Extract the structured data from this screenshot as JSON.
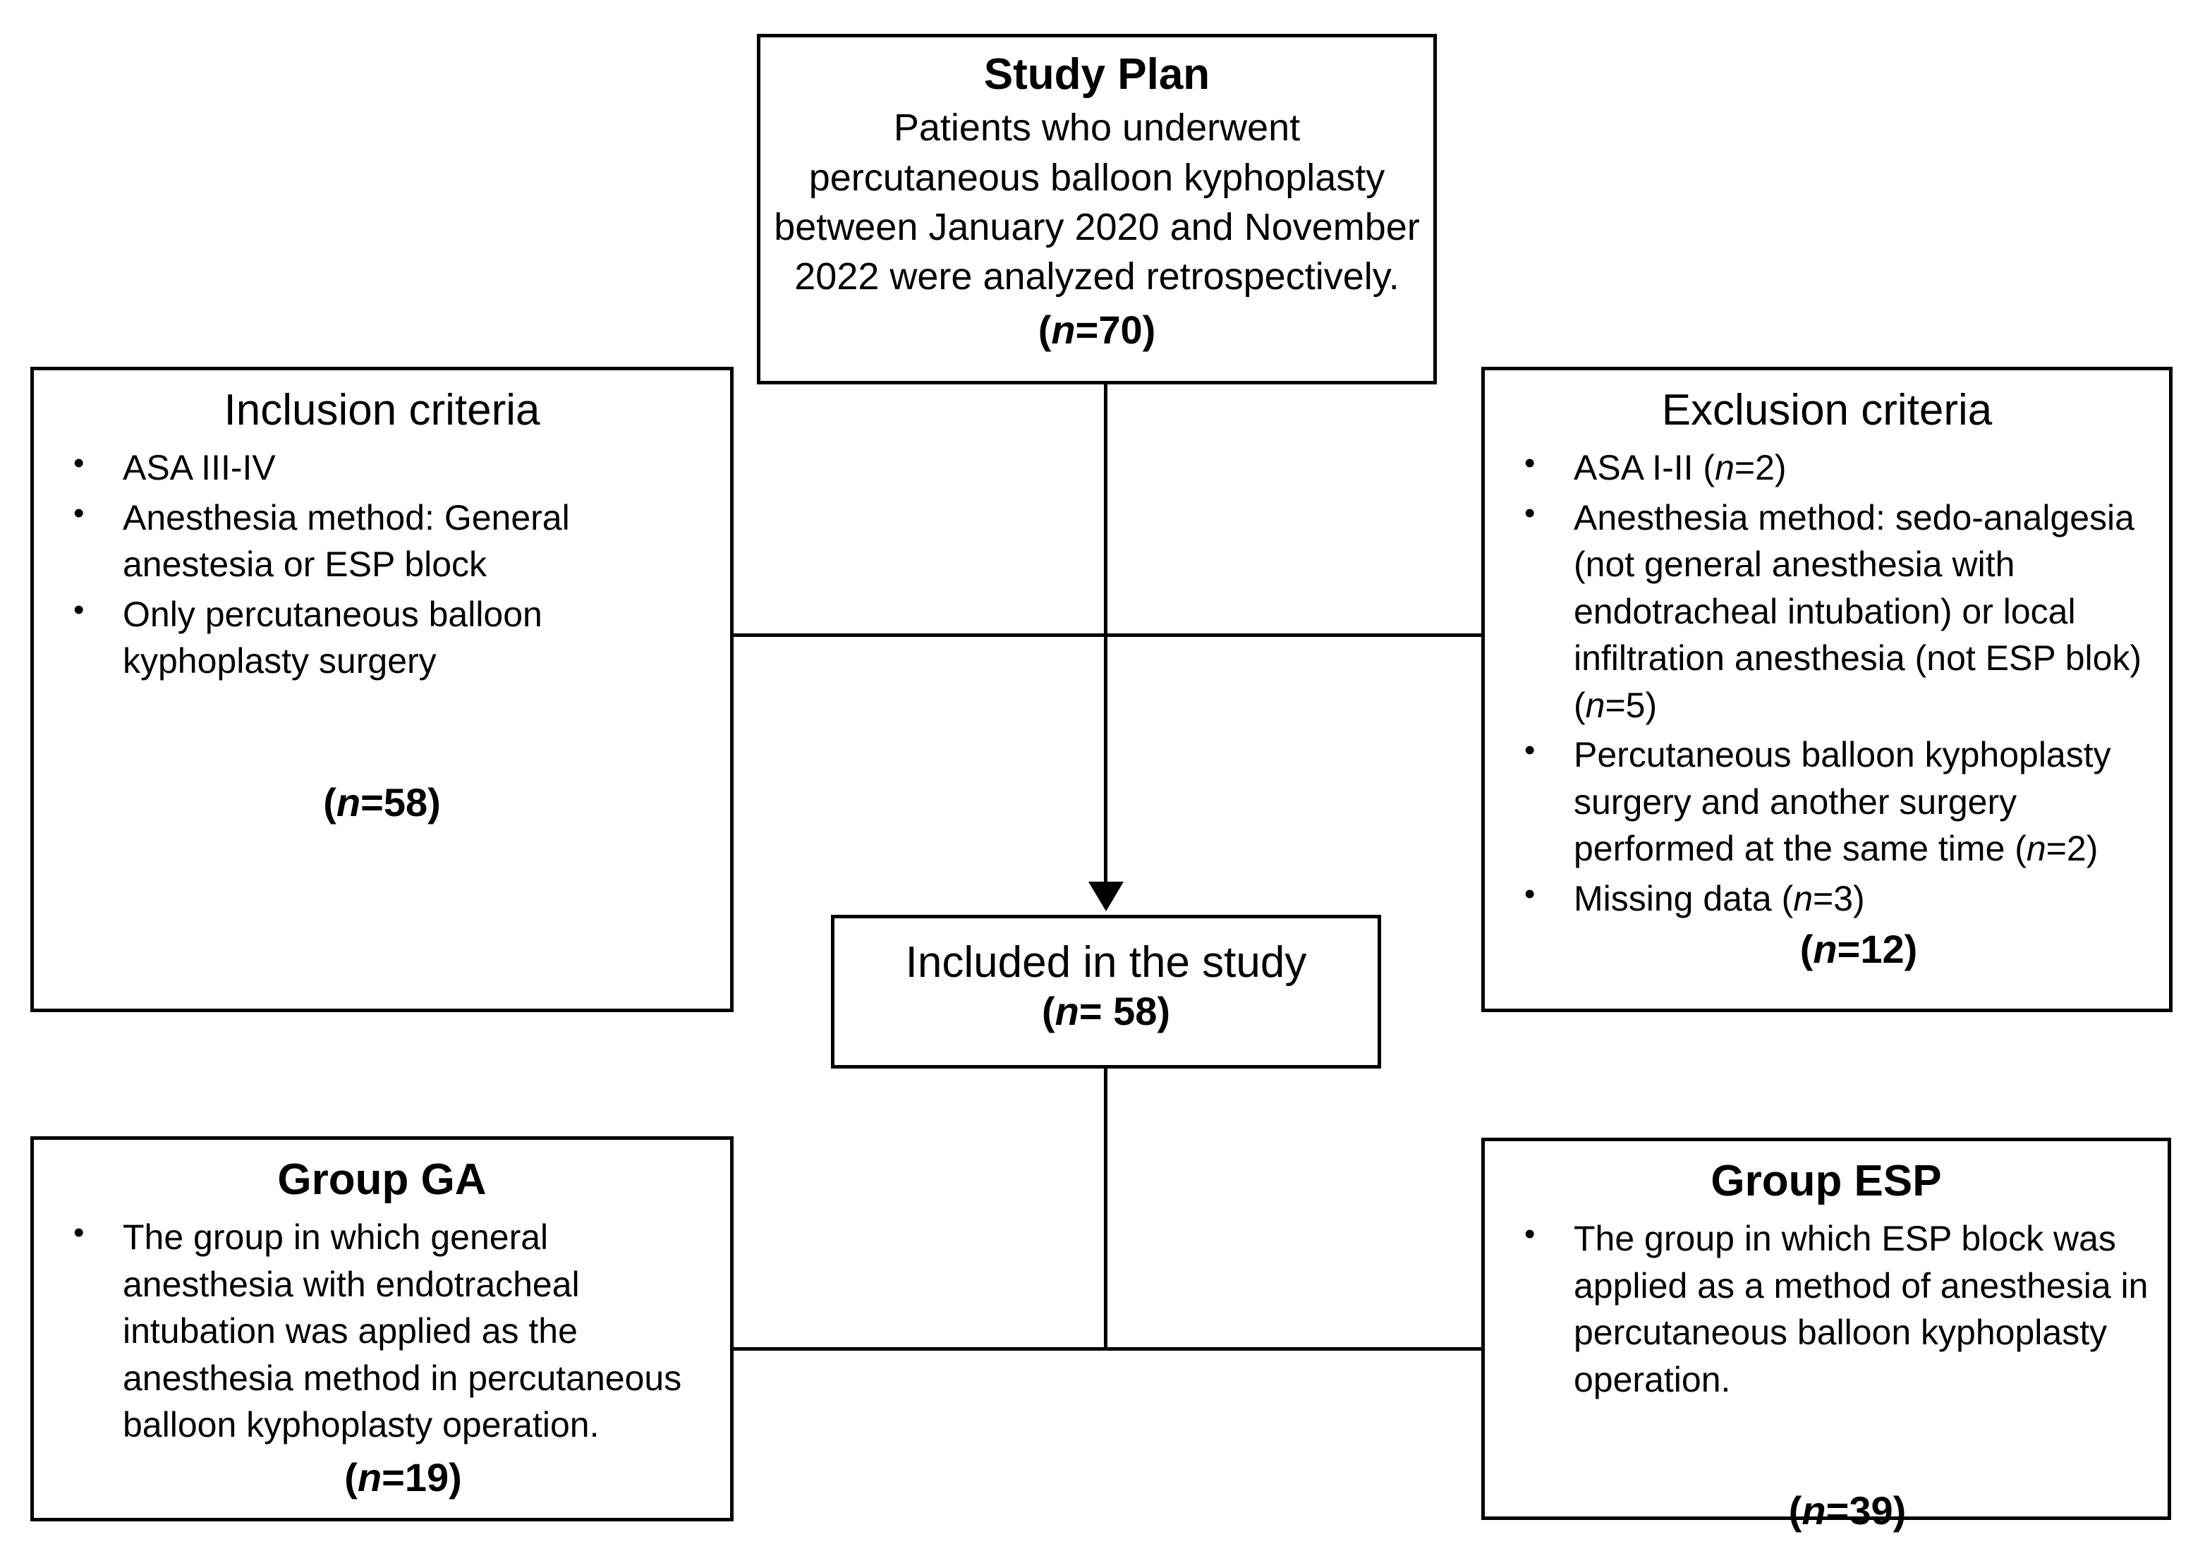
{
  "figure": {
    "type": "study-flow-diagram",
    "nodes": {
      "study_plan": {
        "title": "Study Plan",
        "body": "Patients who underwent percutaneous balloon kyphoplasty between January 2020 and November 2022 were analyzed retrospectively.",
        "count_open": "(",
        "count_n": "n",
        "count_value": "=70",
        "count_close": ")",
        "count_text": "(n=70)"
      },
      "inclusion": {
        "title": "Inclusion criteria",
        "bullets": [
          "ASA III-IV",
          "Anesthesia method: General anestesia or ESP block",
          "Only percutaneous balloon kyphoplasty surgery"
        ],
        "count_open": "(",
        "count_n": "n",
        "count_value": "=58",
        "count_close": ")",
        "count_text": "(n=58)"
      },
      "exclusion": {
        "title": "Exclusion criteria",
        "bullets": [
          {
            "text_before": "ASA I-II (",
            "n_italic": "n",
            "text_after": "=2)"
          },
          {
            "text_before": "Anesthesia method: sedo-analgesia (not general anesthesia with endotracheal intubation) or local infiltration anesthesia (not ESP blok) (",
            "n_italic": "n",
            "text_after": "=5)"
          },
          {
            "text_before": "Percutaneous balloon kyphoplasty surgery and another surgery performed at the same time (",
            "n_italic": "n",
            "text_after": "=2)"
          },
          {
            "text_before": "Missing data (",
            "n_italic": "n",
            "text_after": "=3)"
          }
        ],
        "count_open": "(",
        "count_n": "n",
        "count_value": "=12",
        "count_close": ")",
        "count_text": "(n=12)"
      },
      "included": {
        "title": "Included in the study",
        "count_open": "(",
        "count_n": "n",
        "count_value": "= 58",
        "count_close": ")",
        "count_text": "(n= 58)"
      },
      "group_ga": {
        "title": "Group GA",
        "bullets": [
          "The group in which general anesthesia with endotracheal intubation was applied as the anesthesia method in percutaneous balloon kyphoplasty operation."
        ],
        "count_open": "(",
        "count_n": "n",
        "count_value": "=19",
        "count_close": ")",
        "count_text": "(n=19)"
      },
      "group_esp": {
        "title": "Group ESP",
        "bullets": [
          "The group in which ESP block was applied as a method of anesthesia in percutaneous balloon kyphoplasty operation."
        ],
        "count_open": "(",
        "count_n": "n",
        "count_value": "=39",
        "count_close": ")",
        "count_text": "(n=39)"
      }
    },
    "colors": {
      "line": "#000000",
      "text": "#000000",
      "background": "#ffffff"
    }
  }
}
